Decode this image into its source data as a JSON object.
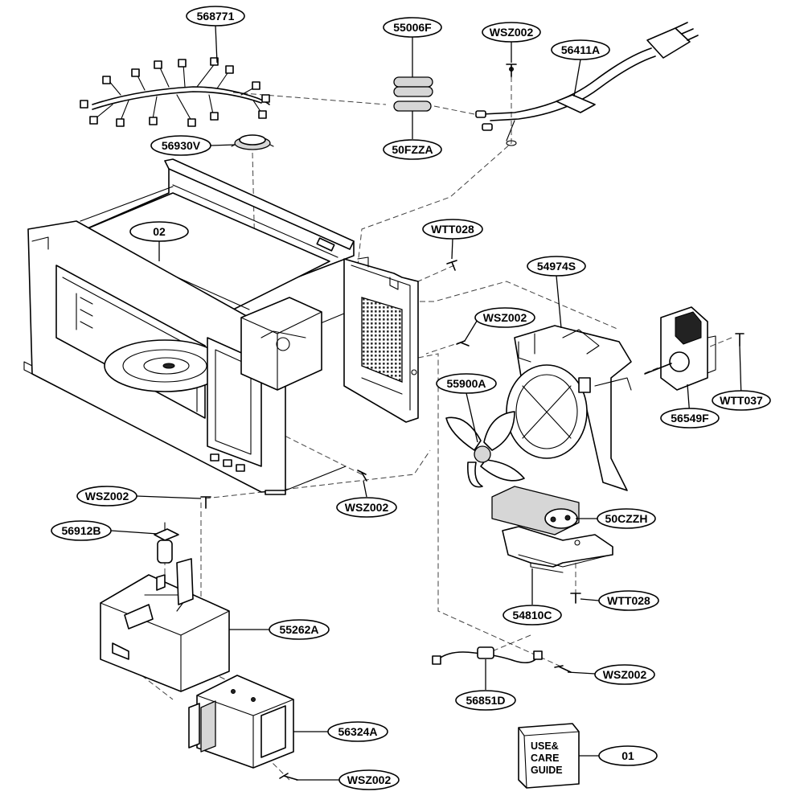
{
  "diagram": {
    "part_labels": {
      "p568771": "568771",
      "p55006F": "55006F",
      "pWSZ002_top": "WSZ002",
      "p56411A": "56411A",
      "p50FZZA": "50FZZA",
      "p56930V": "56930V",
      "p02": "02",
      "pWTT028_mid": "WTT028",
      "p54974S": "54974S",
      "pWSZ002_mid": "WSZ002",
      "p55900A": "55900A",
      "pWTT037": "WTT037",
      "p56549F": "56549F",
      "pWSZ002_center": "WSZ002",
      "pWSZ002_left": "WSZ002",
      "p56912B": "56912B",
      "p50CZZH": "50CZZH",
      "p55262A": "55262A",
      "pWTT028_low": "WTT028",
      "p54810C": "54810C",
      "pWSZ002_low": "WSZ002",
      "p56851D": "56851D",
      "p56324A": "56324A",
      "pWSZ002_bottom": "WSZ002",
      "p01": "01"
    },
    "guide_book": {
      "line1": "USE&",
      "line2": "CARE",
      "line3": "GUIDE"
    }
  }
}
